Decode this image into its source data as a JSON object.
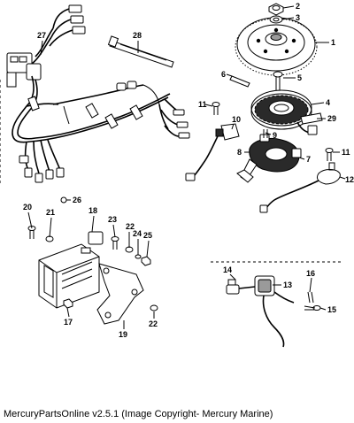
{
  "callouts": [
    "1",
    "2",
    "3",
    "4",
    "5",
    "6",
    "7",
    "8",
    "9",
    "10",
    "11",
    "11",
    "12",
    "13",
    "14",
    "15",
    "16",
    "17",
    "18",
    "19",
    "20",
    "21",
    "22",
    "22",
    "23",
    "24",
    "25",
    "26",
    "27",
    "28",
    "29"
  ],
  "caption": "MercuryPartsOnline v2.5.1 (Image Copyright- Mercury Marine)"
}
